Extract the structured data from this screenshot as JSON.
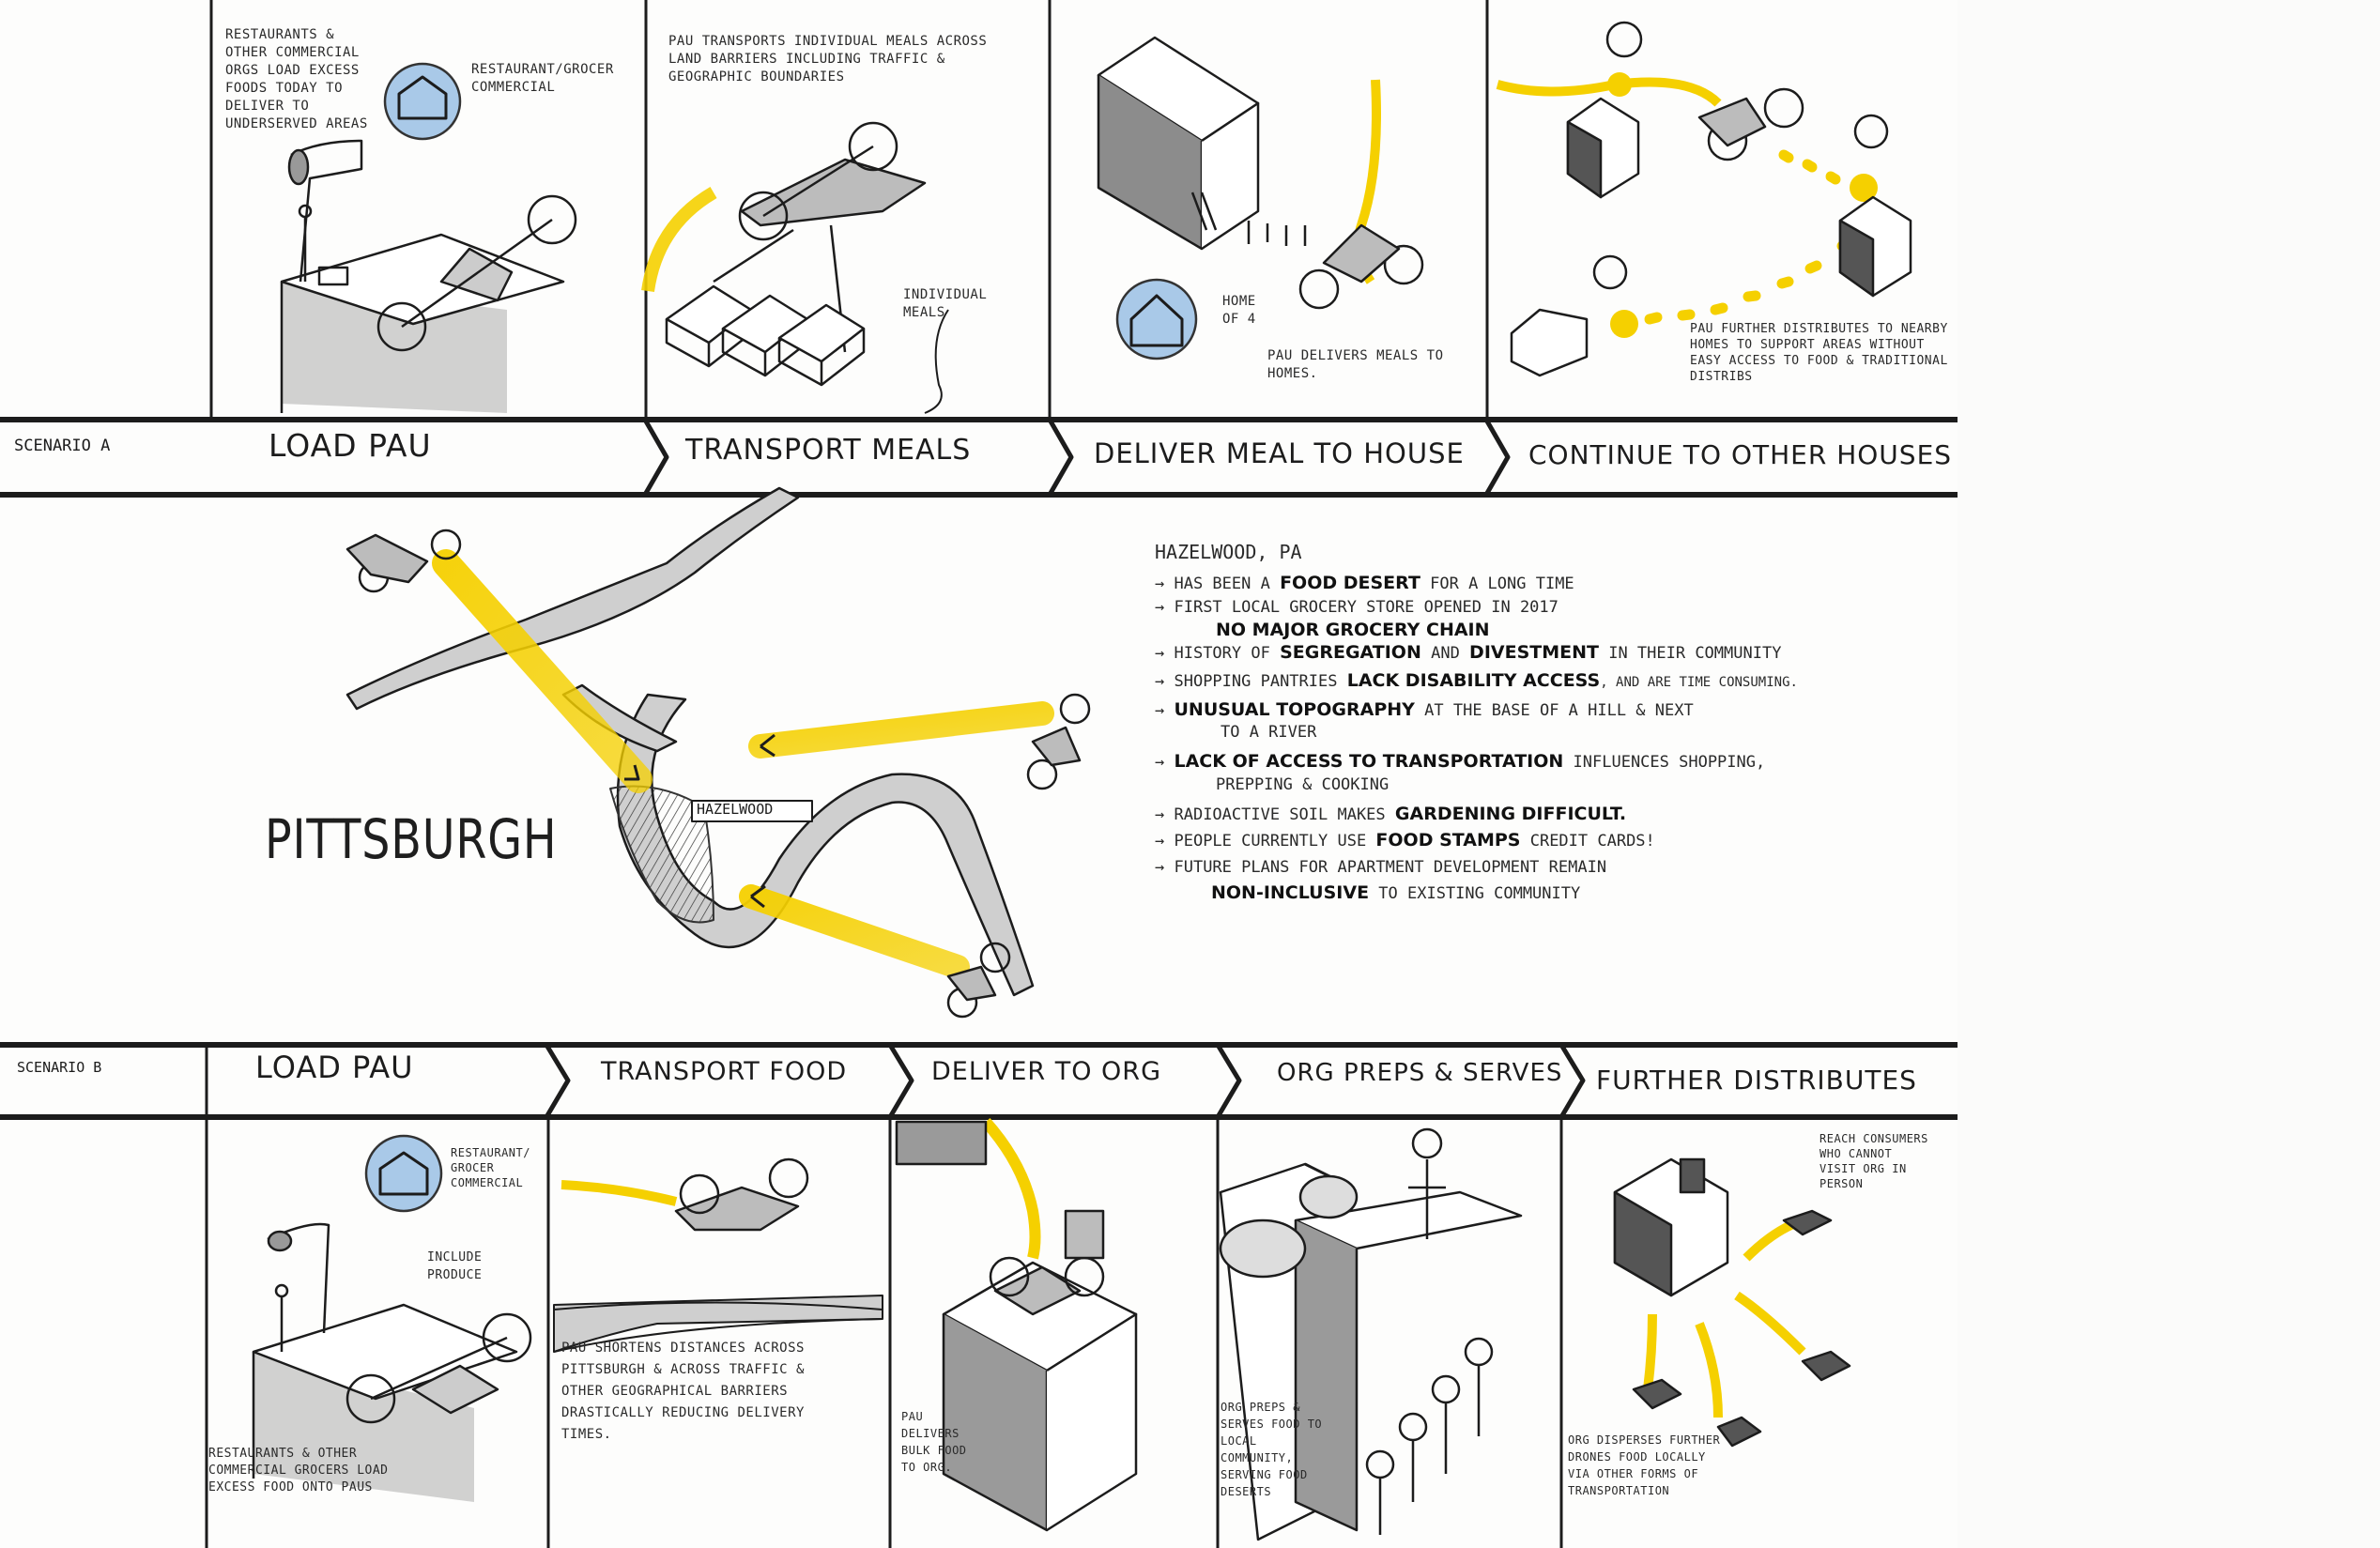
{
  "scenario_a": {
    "label": "SCENARIO A",
    "steps": [
      {
        "title": "LOAD PAU"
      },
      {
        "title": "TRANSPORT MEALS"
      },
      {
        "title": "DELIVER MEAL TO HOUSE"
      },
      {
        "title": "CONTINUE TO OTHER HOUSES"
      }
    ],
    "notes": {
      "load_main": "RESTAURANTS & OTHER COMMERCIAL ORGS LOAD EXCESS FOODS TODAY TO DELIVER TO UNDERSERVED AREAS",
      "load_icon": "RESTAURANT/GROCER COMMERCIAL",
      "transport_main": "PAU TRANSPORTS INDIVIDUAL MEALS ACROSS LAND BARRIERS INCLUDING TRAFFIC & GEOGRAPHIC BOUNDARIES",
      "transport_meals": "INDIVIDUAL MEALS",
      "deliver_home": "HOME OF 4",
      "deliver_main": "PAU DELIVERS MEALS TO HOMES.",
      "continue_main": "PAU FURTHER DISTRIBUTES TO NEARBY HOMES TO SUPPORT AREAS WITHOUT EASY ACCESS TO FOOD & TRADITIONAL DISTRIBS"
    }
  },
  "map": {
    "city": "PITTSBURGH",
    "neighborhood": "HAZELWOOD"
  },
  "facts": {
    "heading": "HAZELWOOD, PA",
    "items": [
      {
        "pre": "HAS BEEN A ",
        "bold": "FOOD DESERT",
        "post": " FOR A LONG TIME"
      },
      {
        "pre": "FIRST LOCAL GROCERY STORE OPENED IN 2017",
        "bold": "",
        "post": ""
      },
      {
        "pre": "",
        "bold": "NO MAJOR GROCERY CHAIN",
        "post": ""
      },
      {
        "pre": "HISTORY OF ",
        "bold": "SEGREGATION",
        "post": " AND "
      },
      {
        "pre": "SHOPPING PANTRIES ",
        "bold": "LACK DISABILITY ACCESS",
        "post": ", AND ARE TIME CONSUMING."
      },
      {
        "pre": "",
        "bold": "UNUSUAL TOPOGRAPHY",
        "post": " AT THE BASE OF A HILL & NEXT"
      },
      {
        "pre": "TO A RIVER",
        "bold": "",
        "post": ""
      },
      {
        "pre": "",
        "bold": "LACK OF ACCESS TO TRANSPORTATION",
        "post": " INFLUENCES SHOPPING,"
      },
      {
        "pre": "PREPPING & COOKING",
        "bold": "",
        "post": ""
      },
      {
        "pre": "RADIOACTIVE SOIL MAKES ",
        "bold": "GARDENING DIFFICULT.",
        "post": ""
      },
      {
        "pre": "PEOPLE CURRENTLY USE ",
        "bold": "FOOD STAMPS",
        "post": " CREDIT CARDS!"
      },
      {
        "pre": "FUTURE PLANS FOR APARTMENT DEVELOPMENT REMAIN",
        "bold": "",
        "post": ""
      },
      {
        "pre": "",
        "bold": "NON-INCLUSIVE",
        "post": " TO EXISTING COMMUNITY"
      }
    ],
    "divestment_bold": "DIVESTMENT",
    "divestment_post": " IN THEIR COMMUNITY"
  },
  "scenario_b": {
    "label": "SCENARIO B",
    "steps": [
      {
        "title": "LOAD PAU"
      },
      {
        "title": "TRANSPORT FOOD"
      },
      {
        "title": "DELIVER TO ORG"
      },
      {
        "title": "ORG PREPS & SERVES"
      },
      {
        "title": "FURTHER DISTRIBUTES"
      }
    ],
    "notes": {
      "load_icon": "RESTAURANT/ GROCER COMMERCIAL",
      "load_produce": "INCLUDE PRODUCE",
      "load_main": "RESTAURANTS & OTHER COMMERCIAL GROCERS LOAD EXCESS FOOD ONTO PAUS",
      "transport_main": "PAU SHORTENS DISTANCES ACROSS PITTSBURGH & ACROSS TRAFFIC & OTHER GEOGRAPHICAL BARRIERS DRASTICALLY REDUCING DELIVERY TIMES.",
      "deliver_main": "PAU DELIVERS BULK FOOD TO ORG.",
      "serve_main": "ORG PREPS & SERVES FOOD TO LOCAL COMMUNITY, SERVING FOOD DESERTS",
      "further_reach": "REACH CONSUMERS WHO CANNOT VISIT ORG IN PERSON",
      "further_main": "ORG DISPERSES FURTHER DRONES FOOD LOCALLY VIA OTHER FORMS OF TRANSPORTATION"
    }
  },
  "colors": {
    "ink": "#1c1c1c",
    "highlight": "#f5d000",
    "icon_fill": "#a9c9e8",
    "shade": "#b8b8b8"
  }
}
